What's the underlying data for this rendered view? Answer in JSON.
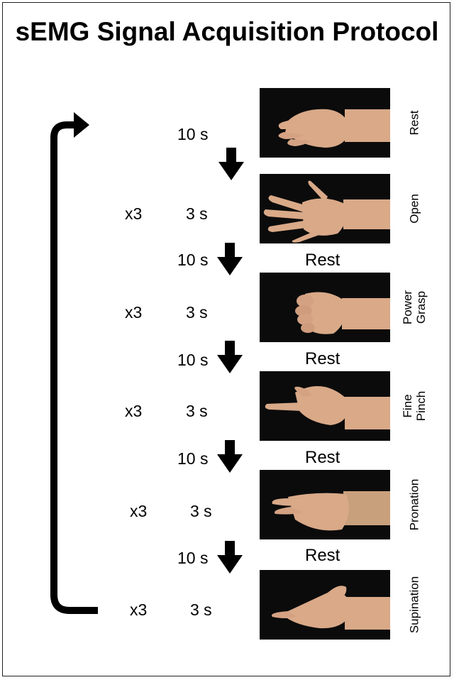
{
  "title": "sEMG Signal Acquisition Protocol",
  "rows": [
    {
      "gesture": "Rest",
      "duration": "10 s",
      "reps": ""
    },
    {
      "gesture": "Open",
      "duration": "3 s",
      "reps": "x3",
      "rest_before": "10 s",
      "rest_label": ""
    },
    {
      "gesture": "Power Grasp",
      "duration": "3 s",
      "reps": "x3",
      "rest_before": "10 s",
      "rest_label": "Rest"
    },
    {
      "gesture": "Fine Pinch",
      "duration": "3 s",
      "reps": "x3",
      "rest_before": "10 s",
      "rest_label": "Rest"
    },
    {
      "gesture": "Pronation",
      "duration": "3 s",
      "reps": "x3",
      "rest_before": "10 s",
      "rest_label": "Rest"
    },
    {
      "gesture": "Supination",
      "duration": "3 s",
      "reps": "x3",
      "rest_before": "10 s",
      "rest_label": "Rest"
    }
  ],
  "colors": {
    "background": "#ffffff",
    "photo_bg": "#0b0b0b",
    "skin": "#d9a988",
    "ink": "#000000"
  },
  "icons": {
    "loop_arrow": "loop-back-arrow-icon",
    "step_arrow": "down-arrow-icon"
  }
}
